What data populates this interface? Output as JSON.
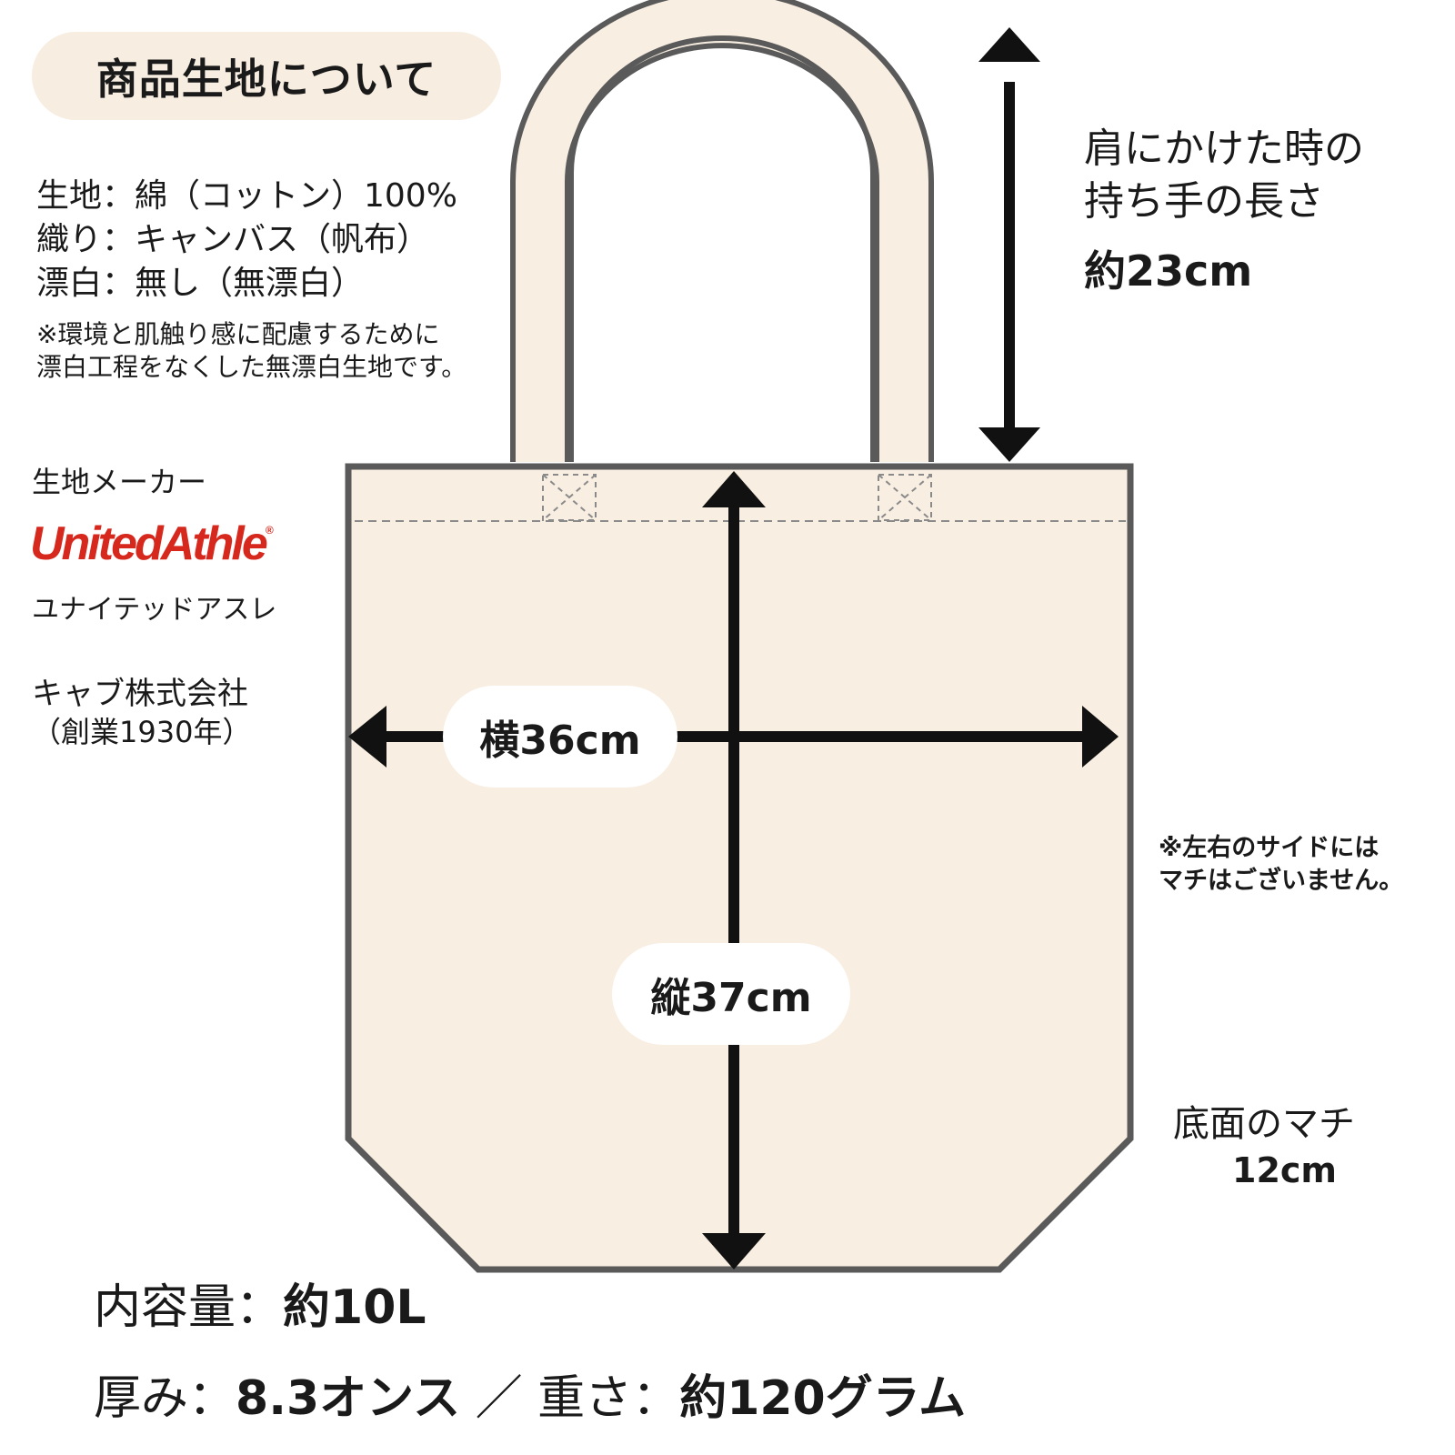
{
  "header": {
    "title": "商品生地について"
  },
  "specs": {
    "fabric": "生地：綿（コットン）100%",
    "weave": "織り：キャンバス（帆布）",
    "bleach": "漂白：無し（無漂白）",
    "note_line1": "※環境と肌触り感に配慮するために",
    "note_line2": "漂白工程をなくした無漂白生地です。"
  },
  "maker": {
    "label": "生地メーカー",
    "logo_text": "UnitedAthle",
    "logo_mark": "®",
    "kana": "ユナイテッドアスレ",
    "company": "キャブ株式会社",
    "founded": "（創業1930年）"
  },
  "handle": {
    "line1": "肩にかけた時の",
    "line2": "持ち手の長さ",
    "length": "約23cm"
  },
  "dimensions": {
    "width": "横36cm",
    "height": "縦37cm"
  },
  "side_note": {
    "line1": "※左右のサイドには",
    "line2": "マチはございません。"
  },
  "gusset": {
    "label": "底面のマチ",
    "value": "12cm"
  },
  "capacity": {
    "label": "内容量：",
    "value": "約10L"
  },
  "weight": {
    "thickness_label": "厚み：",
    "thickness_value": "8.3オンス",
    "separator": "／",
    "weight_label": "重さ：",
    "weight_value": "約120グラム"
  },
  "colors": {
    "bag_fill": "#f8eee1",
    "outline": "#5a5a5a",
    "arrow": "#111111",
    "pill_bg": "#f7ede0",
    "logo_red": "#d7281e"
  }
}
